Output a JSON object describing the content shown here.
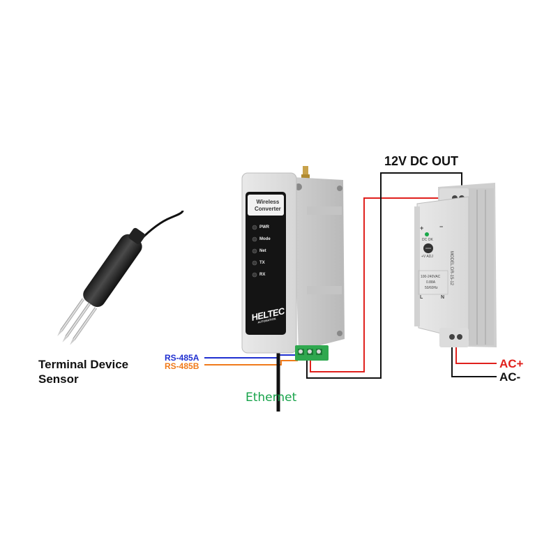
{
  "sensor": {
    "caption_line1": "Terminal Device",
    "caption_line2": "Sensor"
  },
  "wiring": {
    "rs485a": "RS-485A",
    "rs485b": "RS-485B",
    "ethernet": "Ethernet",
    "dc_out": "12V DC OUT",
    "ac_plus": "AC+",
    "ac_minus": "AC-",
    "colors": {
      "rs485a": "#1f2fd0",
      "rs485b": "#f07a1a",
      "positive": "#e0201c",
      "negative": "#111111",
      "ethernet_label": "#17a34a"
    }
  },
  "converter": {
    "title_line1": "Wireless",
    "title_line2": "Converter",
    "leds": [
      "PWR",
      "Mode",
      "Net",
      "TX",
      "RX"
    ],
    "brand": "HELTEC",
    "brand_sub": "AUTOMATION"
  },
  "psu": {
    "plus": "+",
    "minus": "−",
    "dc_ok": "DC OK",
    "adj": "+V ADJ",
    "input_line1": "100-240VAC",
    "input_line2": "0.88A",
    "input_line3": "50/60Hz",
    "l": "L",
    "n": "N",
    "model": "MODEL:DR-15-12"
  }
}
